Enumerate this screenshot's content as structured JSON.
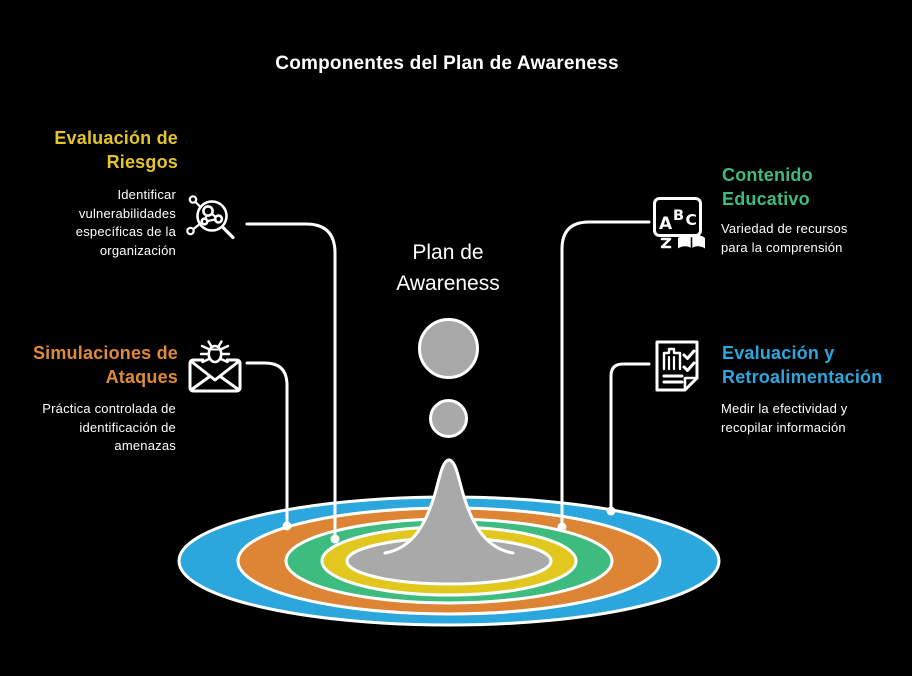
{
  "title": "Componentes del Plan de Awareness",
  "center": {
    "label": "Plan de\nAwareness"
  },
  "components": [
    {
      "id": "evaluacion-riesgos",
      "position": "top-left",
      "heading": "Evaluación de\nRiesgos",
      "body": "Identificar\nvulnerabilidades\nespecíficas de la\norganización",
      "color": "#E4C428",
      "icon": "magnifier-germs-icon"
    },
    {
      "id": "simulaciones-ataques",
      "position": "bottom-left",
      "heading": "Simulaciones de\nAtaques",
      "body": "Práctica controlada de\nidentificación de\namenazas",
      "color": "#DF8A3B",
      "icon": "envelope-bug-icon"
    },
    {
      "id": "contenido-educativo",
      "position": "top-right",
      "heading": "Contenido\nEducativo",
      "body": "Variedad de recursos\npara la comprensión",
      "color": "#3EBC7F",
      "icon": "abc-book-icon"
    },
    {
      "id": "evaluacion-retroalimentacion",
      "position": "bottom-right",
      "heading": "Evaluación y\nRetroalimentación",
      "body": "Medir la efectividad y\nrecopilar información",
      "color": "#2BA7DD",
      "icon": "checklist-doc-icon"
    }
  ],
  "splash": {
    "rings": [
      {
        "name": "outer-blue",
        "color": "#2BA7DD"
      },
      {
        "name": "orange",
        "color": "#DD8435"
      },
      {
        "name": "green",
        "color": "#3EBC7F"
      },
      {
        "name": "yellow",
        "color": "#E2C81E"
      },
      {
        "name": "center-gray",
        "color": "#A9A9A9"
      }
    ],
    "droplet_color": "#A9A9A9"
  },
  "colors": {
    "background": "#000000",
    "text": "#FFFFFF",
    "outline": "#FFFFFF"
  }
}
